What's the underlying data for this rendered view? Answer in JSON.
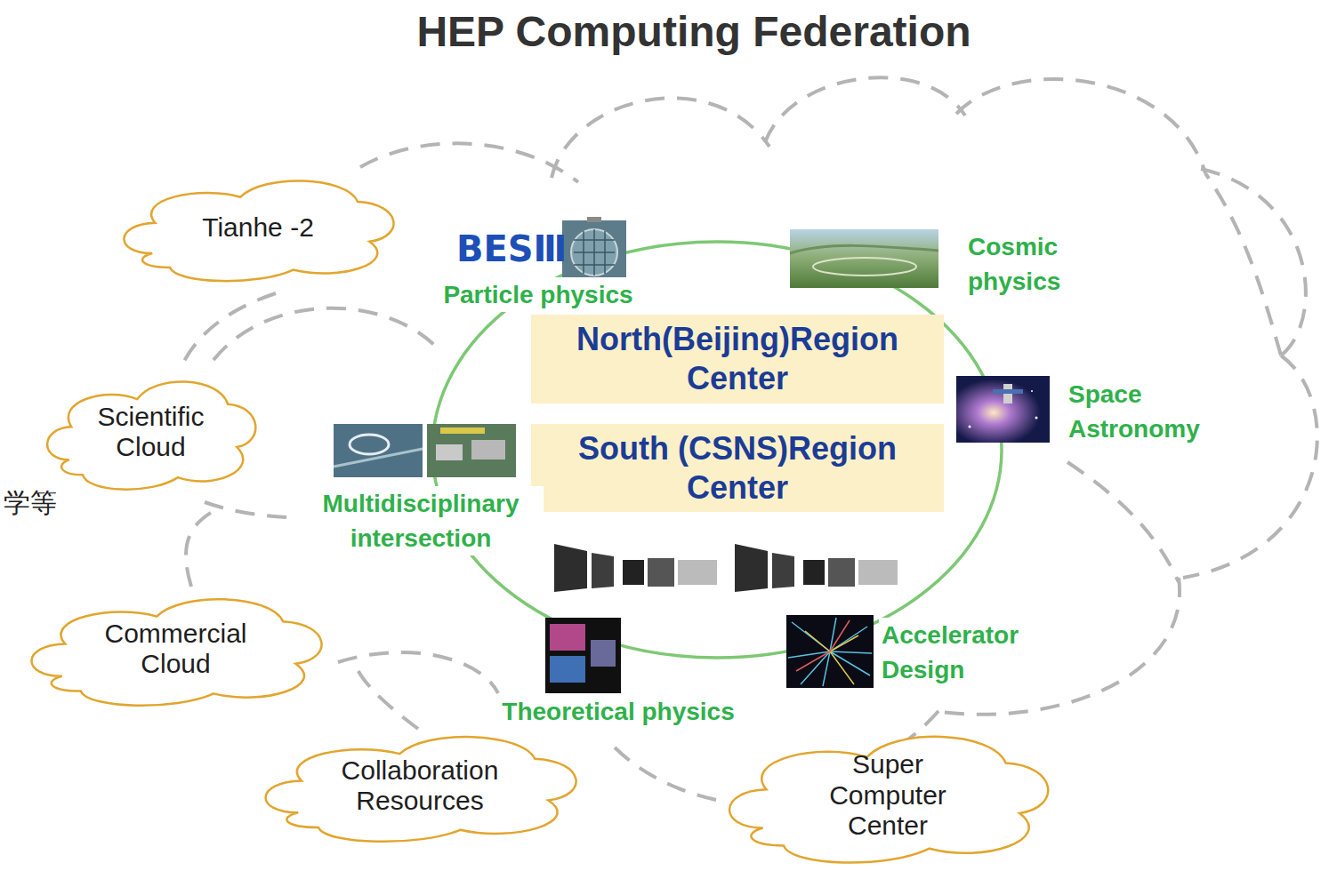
{
  "diagram": {
    "title": "HEP Computing Federation",
    "nodes": [
      {
        "text": [
          "Tianhe -2"
        ]
      },
      {
        "text": [
          "North(Beijing)Region Center"
        ]
      },
      {
        "text": [
          "Scientific Cloud"
        ]
      },
      {
        "text": [
          "South (CSNS)Region Center"
        ]
      },
      {
        "text": [
          "Commercial Cloud"
        ]
      },
      {
        "text": [
          "Collaboration Resources"
        ]
      },
      {
        "text": [
          "Super Computer Center"
        ]
      }
    ],
    "labels": [
      "BESⅢ",
      "Cosmic physics",
      "Particle physics",
      "Space Astronomy",
      "Multidisciplinary intersection",
      "学等",
      "Accelerator Design",
      "Theoretical physics"
    ]
  }
}
